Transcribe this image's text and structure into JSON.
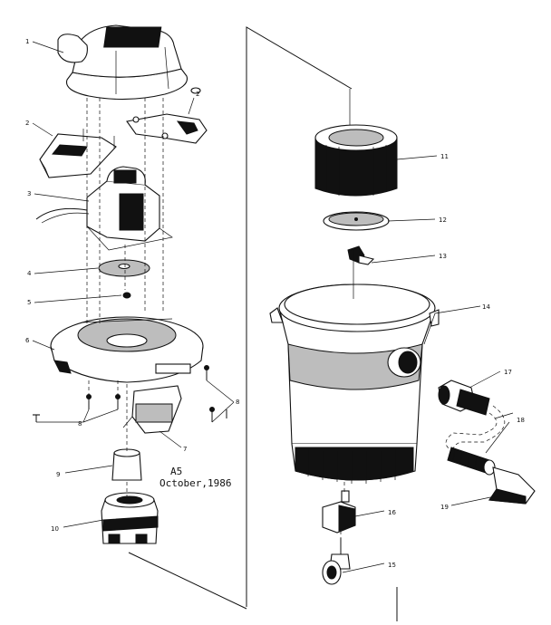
{
  "callouts": {
    "c1": "1",
    "c2a": "2",
    "c2b": "2",
    "c3": "3",
    "c4": "4",
    "c5": "5",
    "c6": "6",
    "c7": "7",
    "c8a": "8",
    "c8b": "8",
    "c9": "9",
    "c10": "10",
    "c11": "11",
    "c12": "12",
    "c13": "13",
    "c14": "14",
    "c15": "15",
    "c16": "16",
    "c17": "17",
    "c18": "18",
    "c19": "19"
  },
  "note": {
    "line1": "A5",
    "line2": "October,1986"
  }
}
